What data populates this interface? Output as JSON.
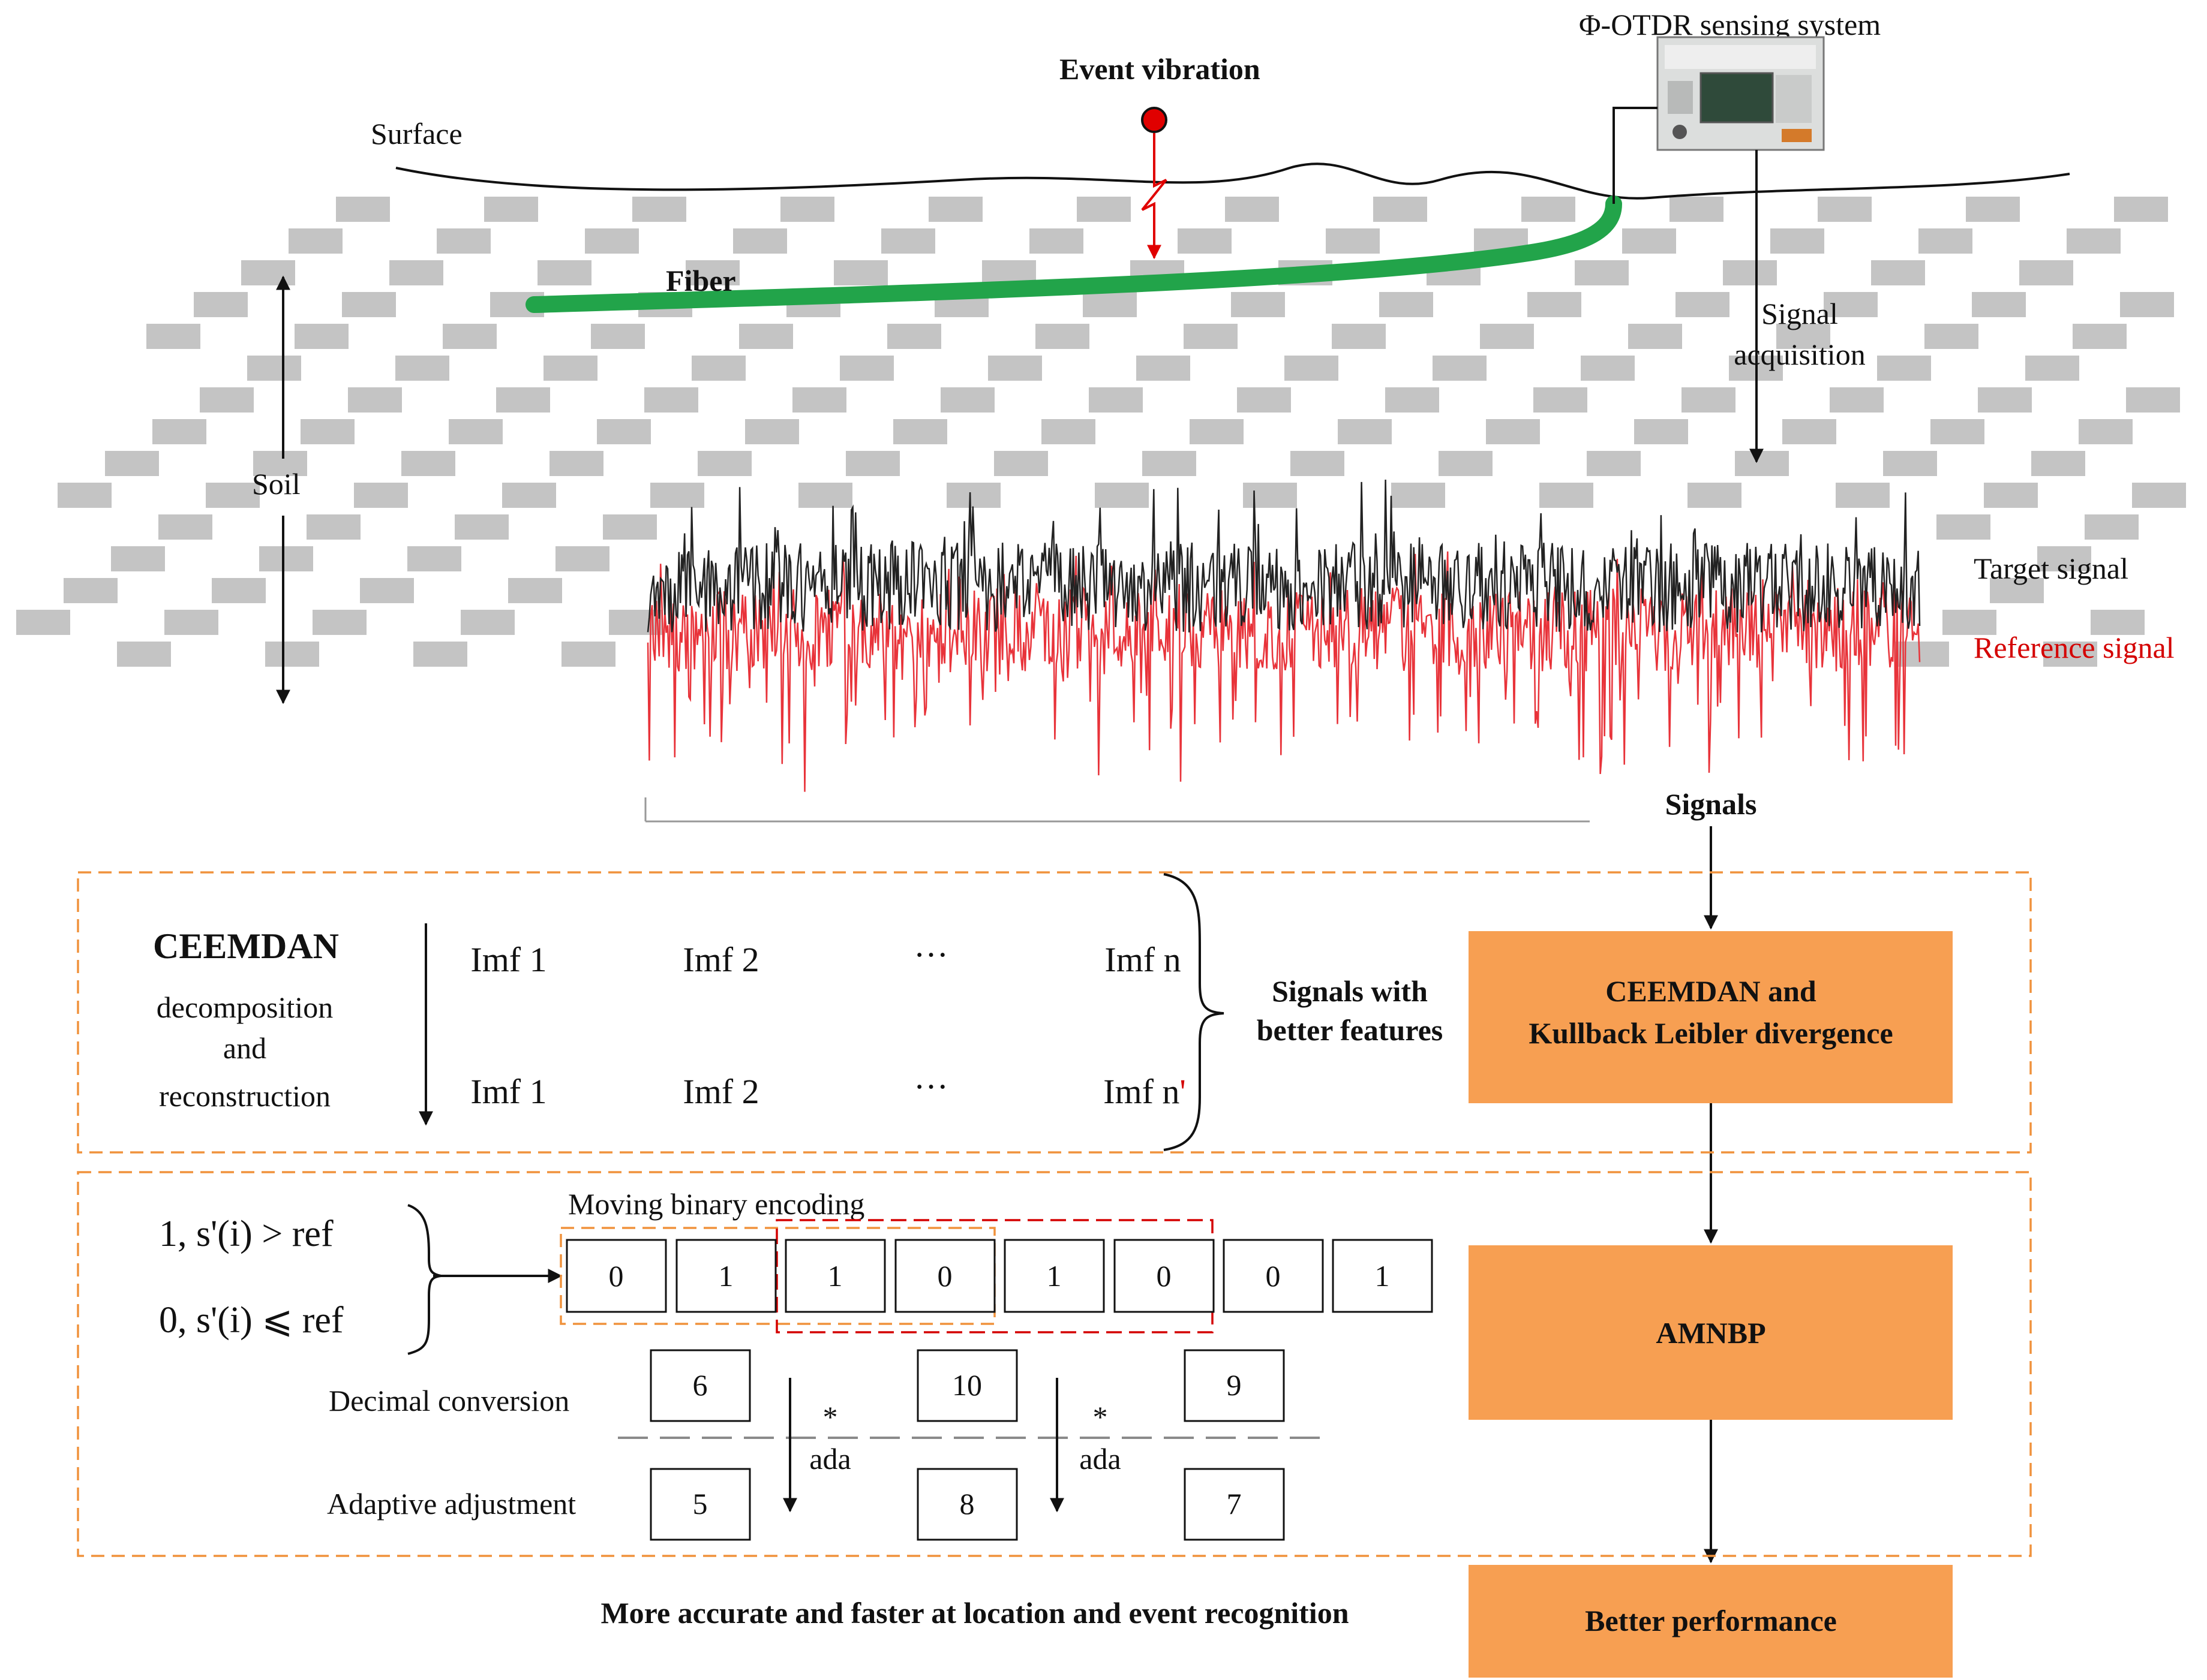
{
  "scene": {
    "sensing_system_label": "Φ-OTDR sensing system",
    "event_vibration_label": "Event vibration",
    "surface_label": "Surface",
    "fiber_label": "Fiber",
    "soil_label": "Soil",
    "signal_acquisition_line1": "Signal",
    "signal_acquisition_line2": "acquisition",
    "target_signal_label": "Target signal",
    "reference_signal_label": "Reference signal",
    "signals_label": "Signals",
    "colors": {
      "fiber": "#22a44a",
      "event": "#e00000",
      "target_signal": "#222222",
      "reference_signal": "#e8333a"
    }
  },
  "ceemdan_panel": {
    "title": "CEEMDAN",
    "subtitle_line1": "decomposition",
    "subtitle_line2": "and",
    "subtitle_line3": "reconstruction",
    "row1": [
      "Imf 1",
      "Imf 2",
      "···",
      "Imf n"
    ],
    "row2": [
      "Imf 1",
      "Imf 2",
      "···",
      "Imf n"
    ],
    "row2_prime": "'",
    "output_line1": "Signals with",
    "output_line2": "better features"
  },
  "encoding_panel": {
    "rule1": "1, s'(i)  > ref",
    "rule2": "0, s'(i)  ⩽ ref",
    "moving_binary_label": "Moving binary encoding",
    "bits": [
      "0",
      "1",
      "1",
      "0",
      "1",
      "0",
      "0",
      "1"
    ],
    "decimal_label": "Decimal conversion",
    "decimal_values": [
      "6",
      "10",
      "9"
    ],
    "multiply_symbol": "*",
    "ada_label": "ada",
    "adaptive_label": "Adaptive adjustment",
    "adaptive_values": [
      "5",
      "8",
      "7"
    ]
  },
  "flow": {
    "step1_line1": "CEEMDAN and",
    "step1_line2": "Kullback Leibler divergence",
    "step2": "AMNBP",
    "step3": "Better performance",
    "conclusion": "More accurate and faster at location and event recognition",
    "box_color": "#f79f52"
  }
}
